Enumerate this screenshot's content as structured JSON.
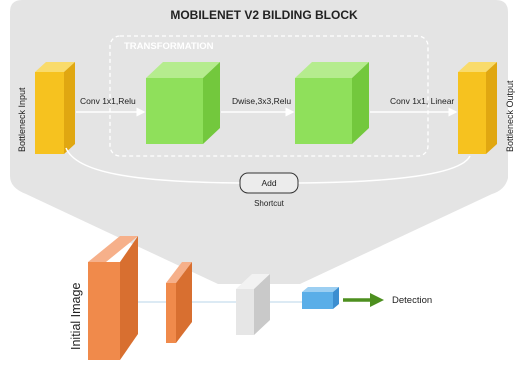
{
  "block": {
    "title": "MOBILENET V2 BILDING BLOCK",
    "transformation_label": "TRANSFORMATION",
    "input_label": "Bottleneck Input",
    "output_label": "Bottleneck Output",
    "step1": "Conv 1x1,Relu",
    "step2": "Dwise,3x3,Relu",
    "step3": "Conv 1x1, Linear",
    "add_label": "Add",
    "shortcut_label": "Shortcut"
  },
  "pipeline": {
    "image_label": "Initial Image",
    "detection_label": "Detection"
  },
  "colors": {
    "panel": "#e4e4e4",
    "yellow_front": "#f6c21f",
    "yellow_top": "#f9db6b",
    "yellow_side": "#e0a711",
    "green_front": "#8fe05b",
    "green_top": "#b5ec8e",
    "green_side": "#73c83d",
    "orange_front": "#f08a4b",
    "orange_top": "#f6b08a",
    "orange_side": "#d86f30",
    "gray_front": "#e6e6e6",
    "blue_front": "#5aaee8",
    "arrow_green": "#4d8f1f"
  }
}
